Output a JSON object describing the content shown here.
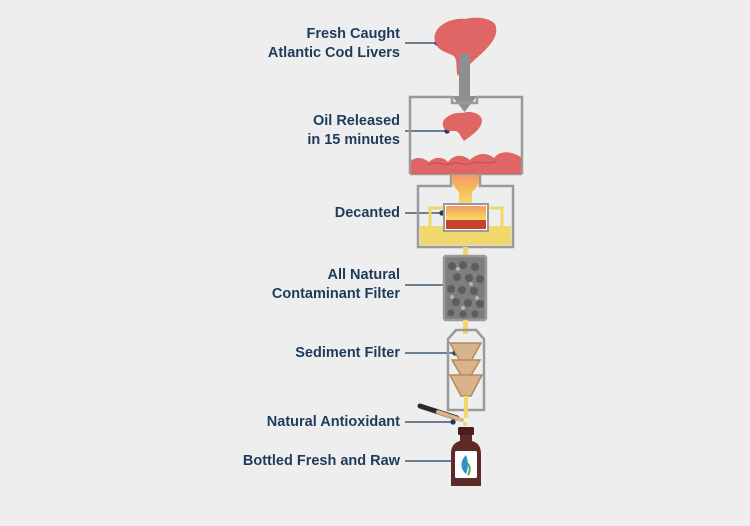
{
  "steps": [
    {
      "id": "livers",
      "lines": [
        "Fresh Caught",
        "Atlantic Cod Livers"
      ]
    },
    {
      "id": "oil",
      "lines": [
        "Oil Released",
        "in 15 minutes"
      ]
    },
    {
      "id": "decanted",
      "lines": [
        "Decanted"
      ]
    },
    {
      "id": "natural-filter",
      "lines": [
        "All Natural",
        "Contaminant Filter"
      ]
    },
    {
      "id": "sediment",
      "lines": [
        "Sediment Filter"
      ]
    },
    {
      "id": "antioxidant",
      "lines": [
        "Natural Antioxidant"
      ]
    },
    {
      "id": "bottled",
      "lines": [
        "Bottled Fresh and Raw"
      ]
    }
  ],
  "colors": {
    "background": "#eeeeee",
    "label_text": "#1f3b5c",
    "liver": "#e06666",
    "oil": "#f0d86a",
    "container_outline": "#9a9a9a",
    "filter": "#7e7e7e",
    "sediment_cone": "#d9b48a",
    "bottle": "#5e2a28"
  }
}
